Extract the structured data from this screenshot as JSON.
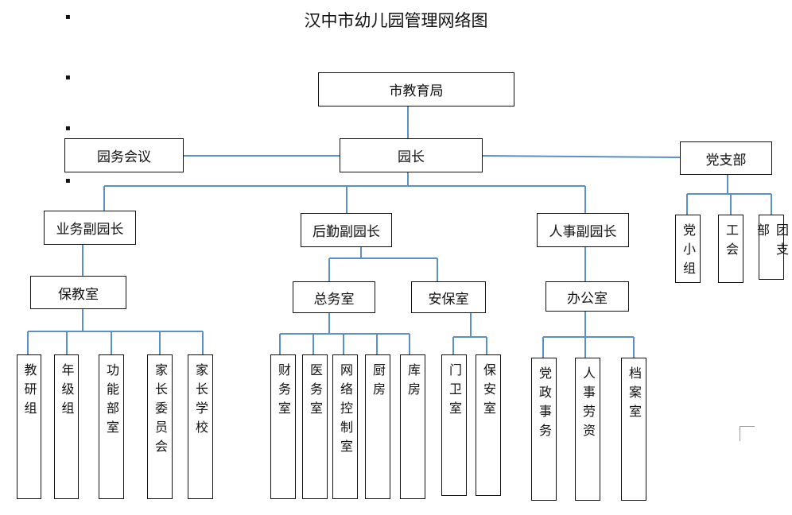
{
  "title": "汉中市幼儿园管理网络图",
  "colors": {
    "connector": "#5b8fc7",
    "border": "#111111"
  },
  "nodes": {
    "education_bureau": "市教育局",
    "director": "园长",
    "council": "园务会议",
    "party_branch": "党支部",
    "party_group": "党小组",
    "union": "工会",
    "youth_league": "团支部",
    "vp_business": "业务副园长",
    "vp_logistics": "后勤副园长",
    "vp_personnel": "人事副园长",
    "teaching_office": "保教室",
    "general_affairs": "总务室",
    "security_office": "安保室",
    "admin_office": "办公室",
    "research_group": "教研组",
    "grade_group": "年级组",
    "function_room": "功能部室",
    "parent_committee": "家长委员会",
    "parent_school": "家长学校",
    "finance_office": "财务室",
    "medical_office": "医务室",
    "network_control": "网络控制室",
    "kitchen": "厨房",
    "warehouse": "库房",
    "guard_room": "门卫室",
    "security_room": "保安室",
    "party_affairs": "党政事务",
    "hr_wages": "人事劳资",
    "archive_room": "档案室"
  }
}
